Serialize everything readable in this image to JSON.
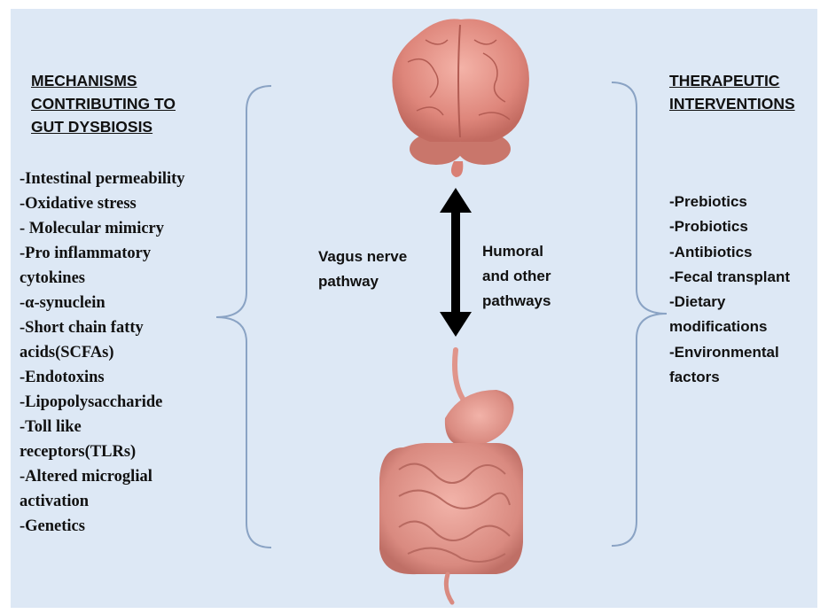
{
  "mechanisms": {
    "heading_lines": [
      "MECHANISMS",
      "CONTRIBUTING TO",
      "GUT DYSBIOSIS"
    ],
    "items": [
      "-Intestinal permeability",
      "-Oxidative stress",
      "- Molecular mimicry",
      "-Pro inflammatory",
      "cytokines",
      "-α-synuclein",
      "-Short chain fatty",
      "acids(SCFAs)",
      "-Endotoxins",
      "-Lipopolysaccharide",
      "-Toll like",
      "receptors(TLRs)",
      "-Altered microglial",
      "activation",
      "-Genetics"
    ]
  },
  "therapeutic": {
    "heading_lines": [
      "THERAPEUTIC",
      "INTERVENTIONS"
    ],
    "items": [
      "-Prebiotics",
      "-Probiotics",
      "-Antibiotics",
      "-Fecal transplant",
      "-Dietary",
      "modifications",
      "-Environmental",
      "factors"
    ]
  },
  "pathways": {
    "vagus_lines": [
      "Vagus nerve",
      "pathway"
    ],
    "humoral_lines": [
      "Humoral",
      "and other",
      "pathways"
    ]
  },
  "colors": {
    "panel_background": "#dde8f5",
    "bracket": "#8aa3c4",
    "organ_fill": "#e8988f",
    "arrow": "#000000"
  },
  "icons": [
    "brain-illustration",
    "gut-illustration",
    "double-headed-arrow",
    "left-brace",
    "right-brace"
  ]
}
